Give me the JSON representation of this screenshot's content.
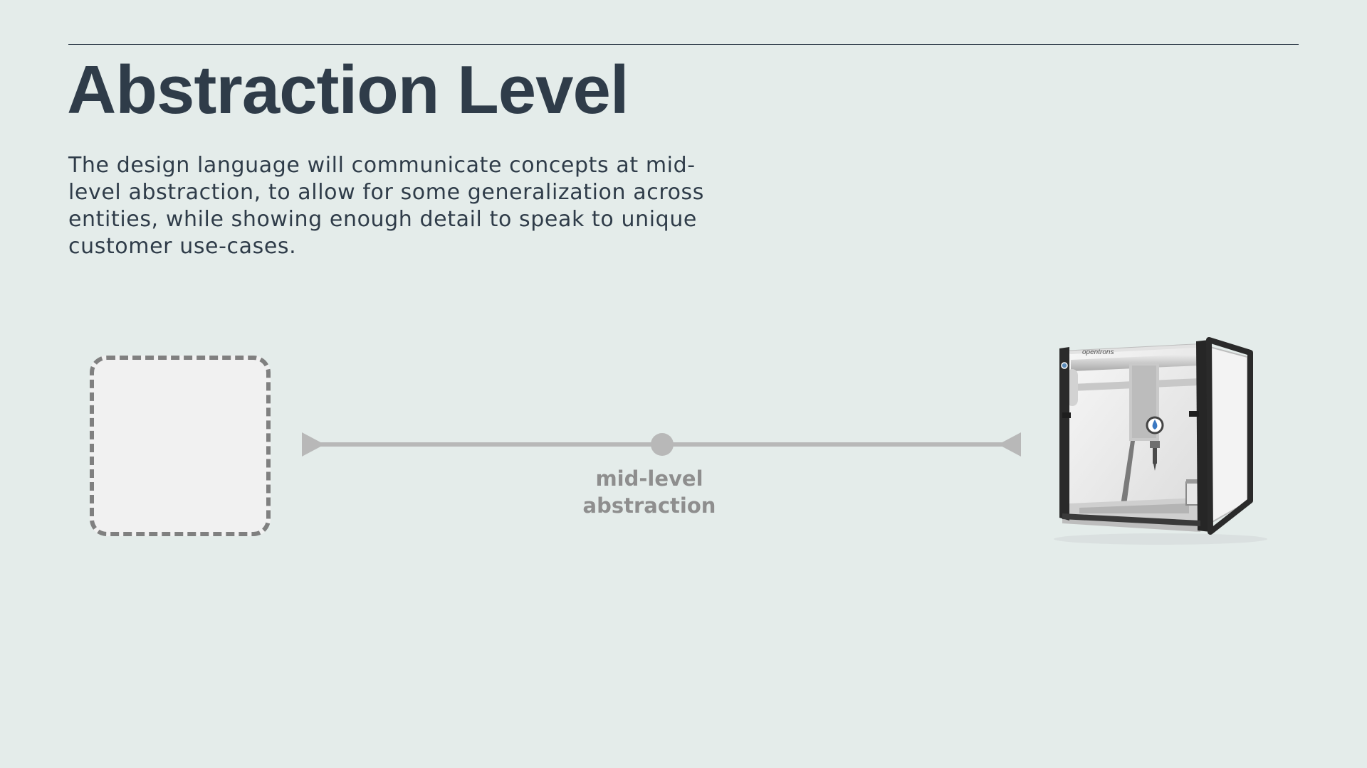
{
  "slide": {
    "title": "Abstraction Level",
    "description": "The design language will communicate concepts at mid-level abstraction, to allow for some generalization across entities, while showing enough detail to speak to unique customer use-cases."
  },
  "scale": {
    "marker_label": "mid-level abstraction",
    "marker_position": 0.5
  },
  "robot": {
    "brand_text": "opentrons"
  },
  "colors": {
    "background": "#e4ecea",
    "text": "#2f3c49",
    "scale_line": "#b8b8b8",
    "scale_label": "#8e8e8e",
    "dashed_border": "#808080",
    "box_fill": "#f1f1f1"
  }
}
